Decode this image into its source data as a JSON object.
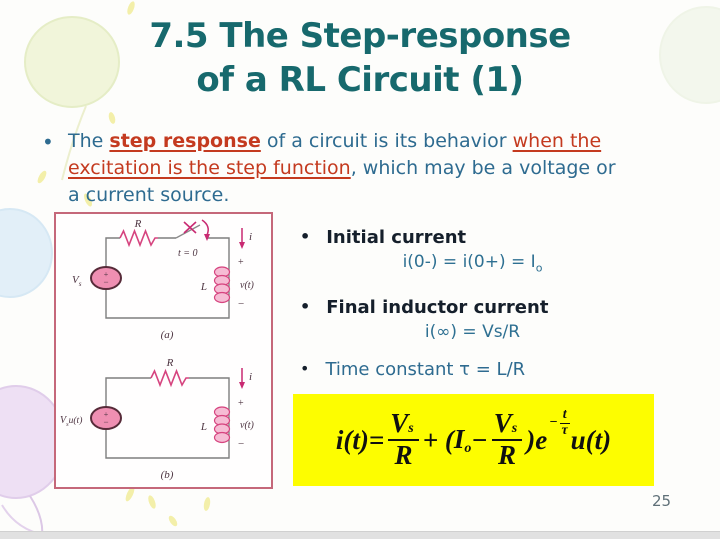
{
  "slide": {
    "title_line1": "7.5 The Step-response",
    "title_line2": "of a RL Circuit (1)",
    "page_number": "25"
  },
  "glyphs": {
    "bullet": "•"
  },
  "intro": {
    "seg1": "The ",
    "seg2": "step response",
    "seg3": " of a circuit is its behavior ",
    "seg4": "when the",
    "seg5": "excitation is the step function",
    "seg6": ", which may be a voltage or",
    "seg7": "a current source."
  },
  "figure": {
    "a": {
      "resistor": "R",
      "switch_time": "t = 0",
      "source": "V",
      "source_sub": "s",
      "inductor": "L",
      "current": "i",
      "voltage": "v(t)",
      "polarity_plus": "+",
      "polarity_minus": "−",
      "src_plus": "+",
      "src_minus": "−",
      "caption": "(a)"
    },
    "b": {
      "resistor": "R",
      "source": "V",
      "source_sub": "s",
      "source_suffix": "u(t)",
      "inductor": "L",
      "current": "i",
      "voltage": "v(t)",
      "polarity_plus": "+",
      "polarity_minus": "−",
      "src_plus": "+",
      "src_minus": "−",
      "caption": "(b)"
    }
  },
  "points": [
    {
      "heading": "Initial current",
      "eq_main": "i(0-) = i(0+) = I",
      "eq_sub": "o"
    },
    {
      "heading": "Final inductor current",
      "eq_main": "i(∞) = Vs/R"
    },
    {
      "heading": "Time constant τ = L/R"
    }
  ],
  "formula": {
    "lhs": "i(t)",
    "equals": "=",
    "num": "V",
    "num_sub": "s",
    "den": "R",
    "plus_open": "+ (",
    "io": "I",
    "io_sub": "o",
    "minus": "−",
    "close_e": ")e",
    "exp_minus": "−",
    "exp_num": "t",
    "exp_den": "τ",
    "ut": "u(t)"
  },
  "colors": {
    "title_teal": "#17696d",
    "body_blue": "#2e6b90",
    "accent_red": "#c43a1f",
    "heading_dark": "#151f2b",
    "formula_bg": "#fdfd00",
    "figure_border": "#c5687a",
    "component_pink": "#d6447f",
    "arrow_magenta": "#c92a72",
    "page_number_gray": "#5f7078"
  }
}
